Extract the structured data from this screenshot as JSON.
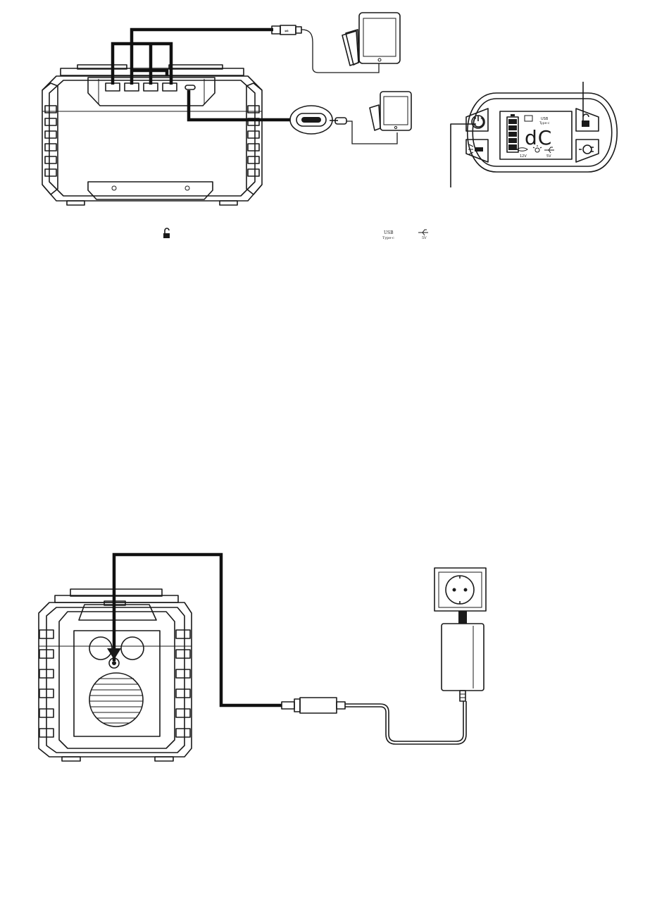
{
  "panel": {
    "display_text": "dC",
    "lcd_usb_label": "USB",
    "lcd_type_c_label": "Type-c",
    "lcd_12v_label": "12V",
    "lcd_5v_label": "5V"
  },
  "legend": {
    "usb_label": "USB",
    "type_c_label": "Type-c",
    "usb_5v_label": "5V"
  },
  "icons": {
    "power": "power-button-icon",
    "lock": "unlock-icon",
    "light": "flashlight-icon",
    "ac": "ac-plug-icon",
    "usb": "usb-icon",
    "battery": "battery-icon"
  }
}
